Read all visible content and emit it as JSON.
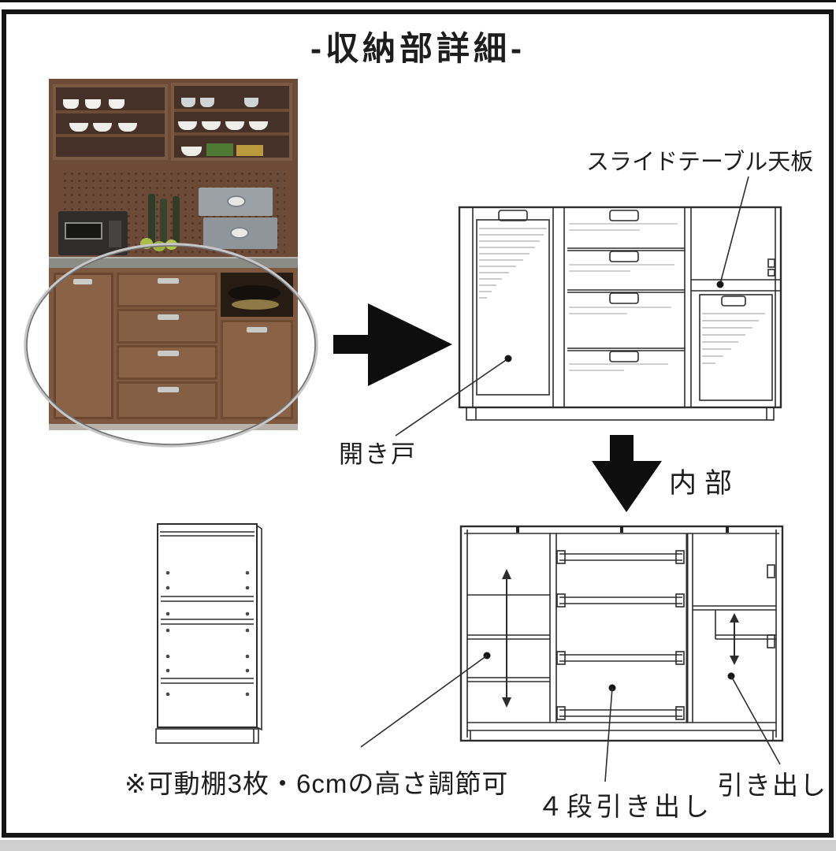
{
  "title": "-収納部詳細-",
  "labels": {
    "slide_table": "スライドテーブル天板",
    "hinged_door": "開き戸",
    "interior": "内部",
    "shelf_note": "※可動棚3枚・6cmの高さ調節可",
    "four_drawers": "４段引き出し",
    "drawer": "引き出し"
  },
  "colors": {
    "line": "#2d2d2d",
    "arrow": "#0e0e0e",
    "frame": "#151515",
    "wood_dark": "#6d4b36",
    "wood_light": "#8a6347",
    "counter": "#8c8c86",
    "annotation_ellipse": "#8f8f8f"
  }
}
